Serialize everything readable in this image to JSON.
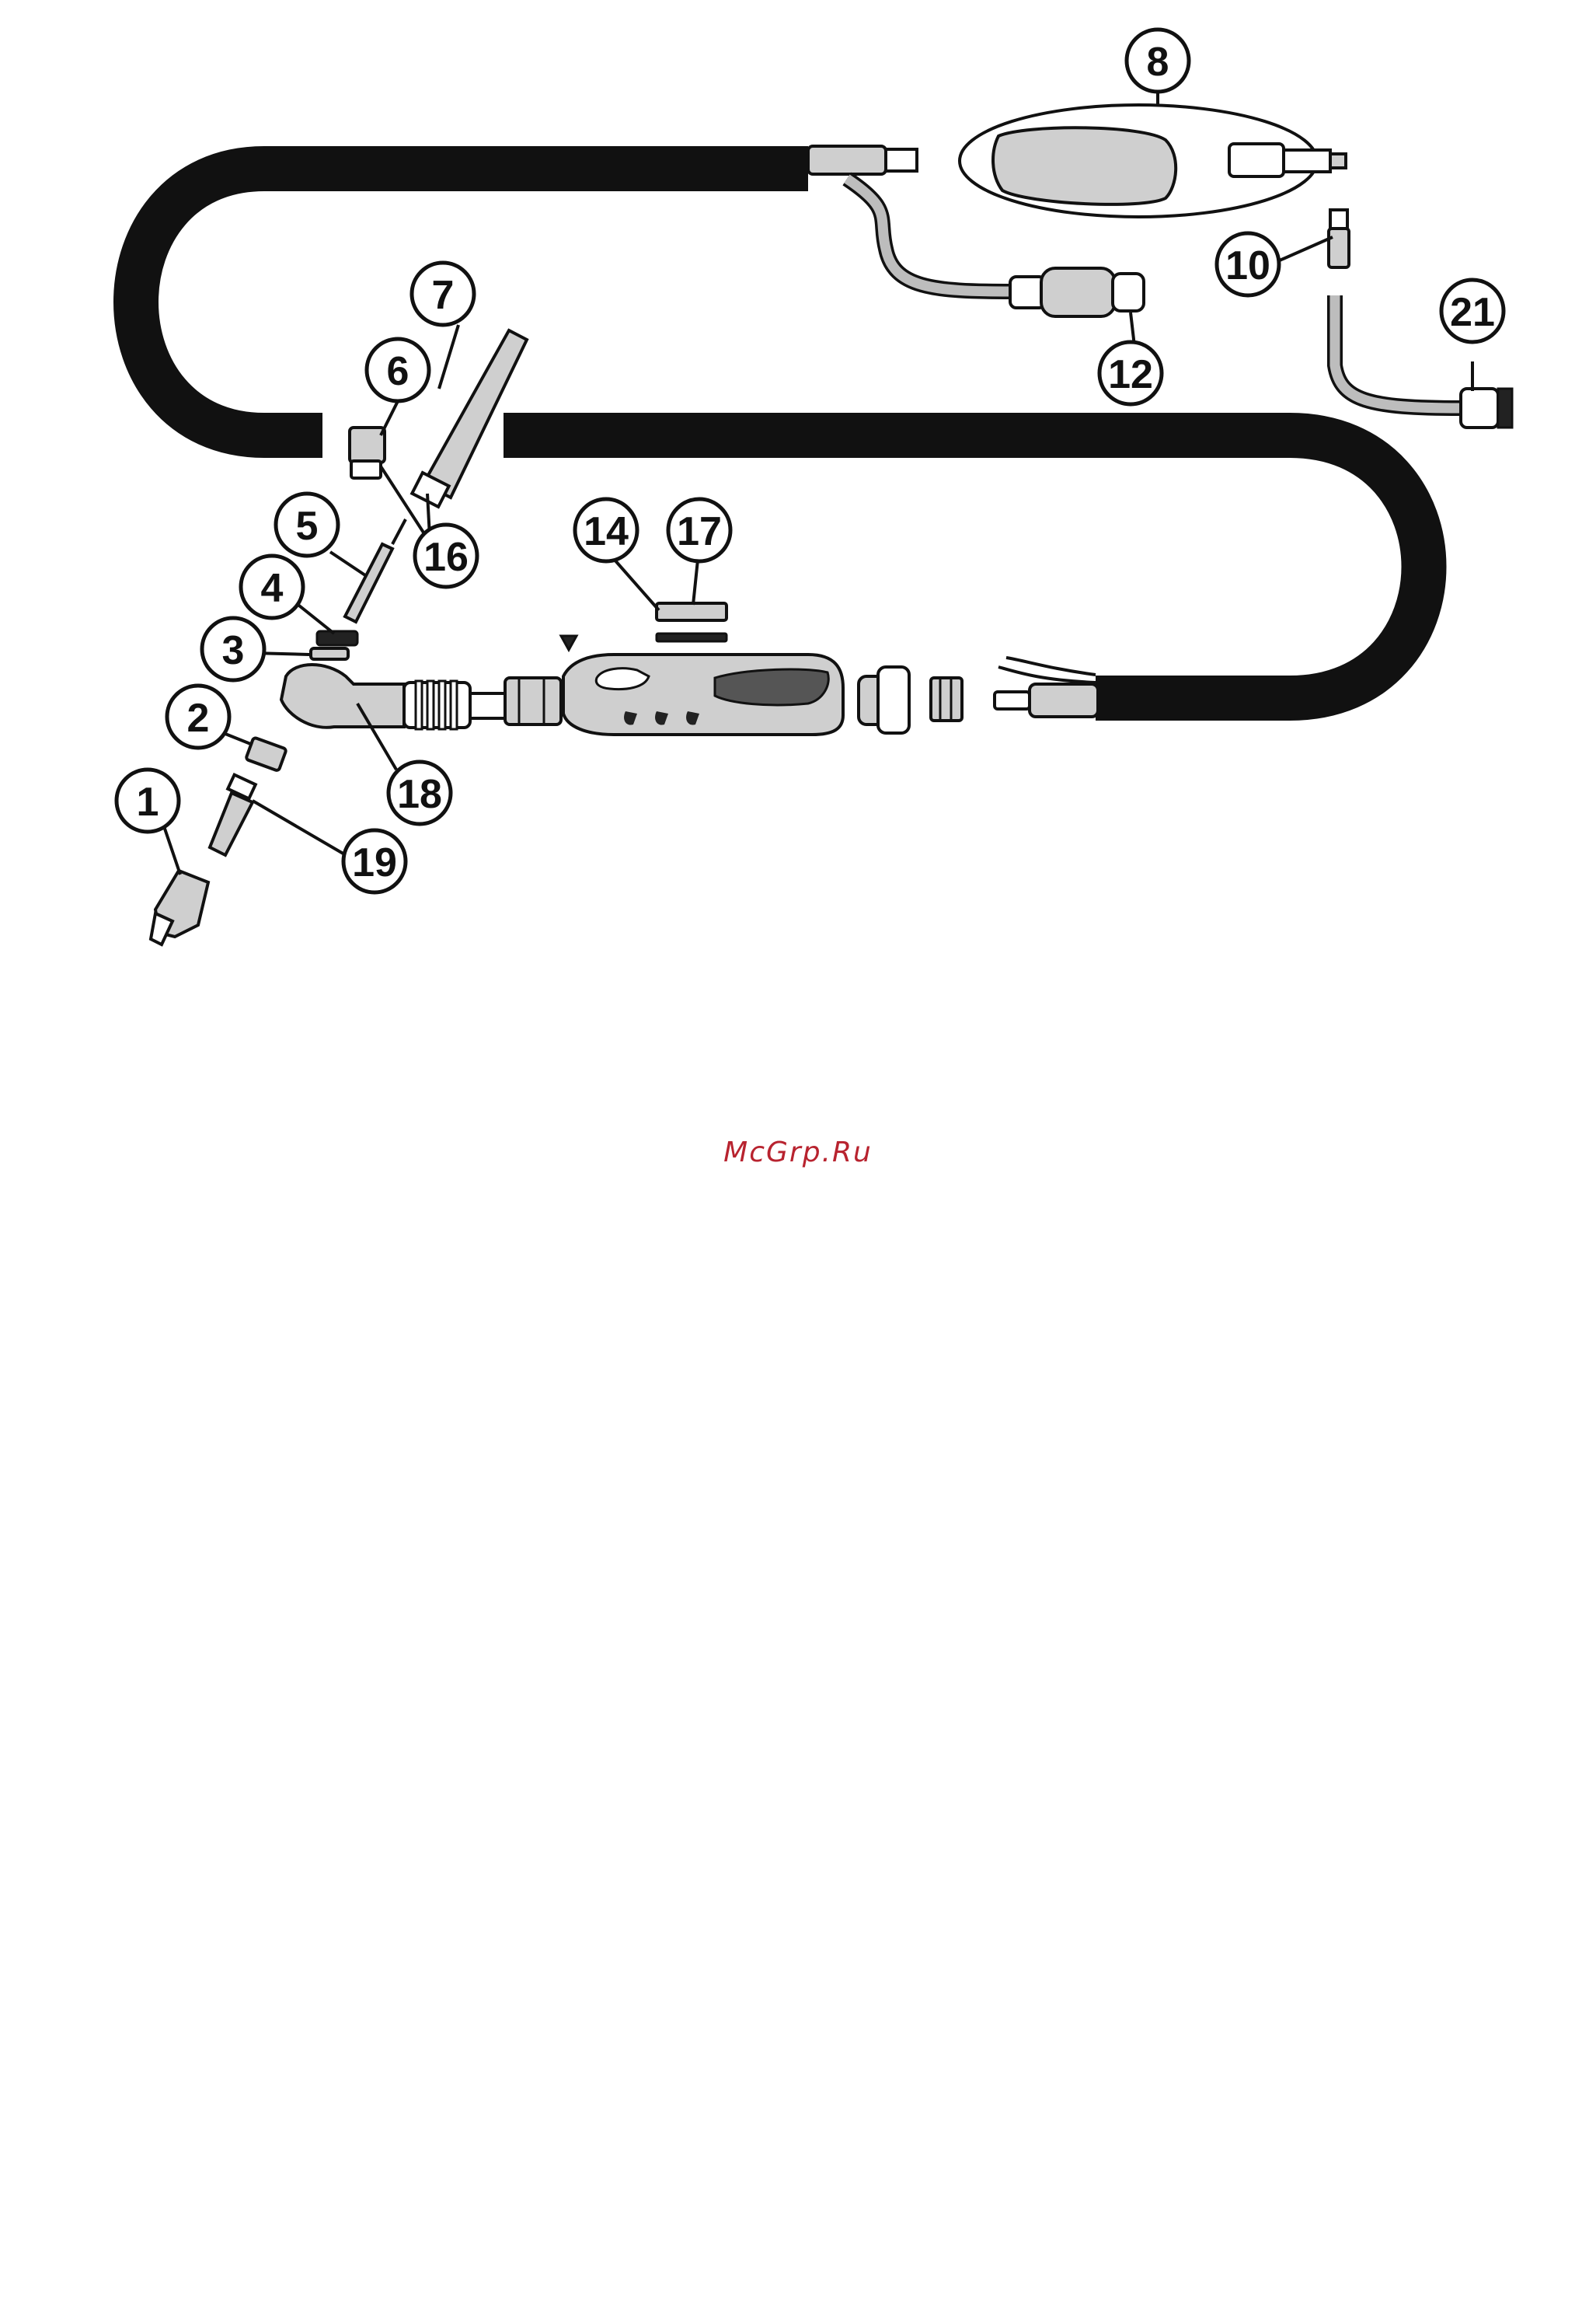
{
  "watermark": {
    "text": "McGrp.Ru",
    "color": "#b8232f"
  },
  "callouts": [
    {
      "id": "callout-1",
      "label": "1"
    },
    {
      "id": "callout-2",
      "label": "2"
    },
    {
      "id": "callout-3",
      "label": "3"
    },
    {
      "id": "callout-4",
      "label": "4"
    },
    {
      "id": "callout-5",
      "label": "5"
    },
    {
      "id": "callout-6",
      "label": "6"
    },
    {
      "id": "callout-7",
      "label": "7"
    },
    {
      "id": "callout-8",
      "label": "8"
    },
    {
      "id": "callout-10",
      "label": "10"
    },
    {
      "id": "callout-12",
      "label": "12"
    },
    {
      "id": "callout-14",
      "label": "14"
    },
    {
      "id": "callout-16",
      "label": "16"
    },
    {
      "id": "callout-17",
      "label": "17"
    },
    {
      "id": "callout-18",
      "label": "18"
    },
    {
      "id": "callout-19",
      "label": "19"
    },
    {
      "id": "callout-21",
      "label": "21"
    }
  ]
}
